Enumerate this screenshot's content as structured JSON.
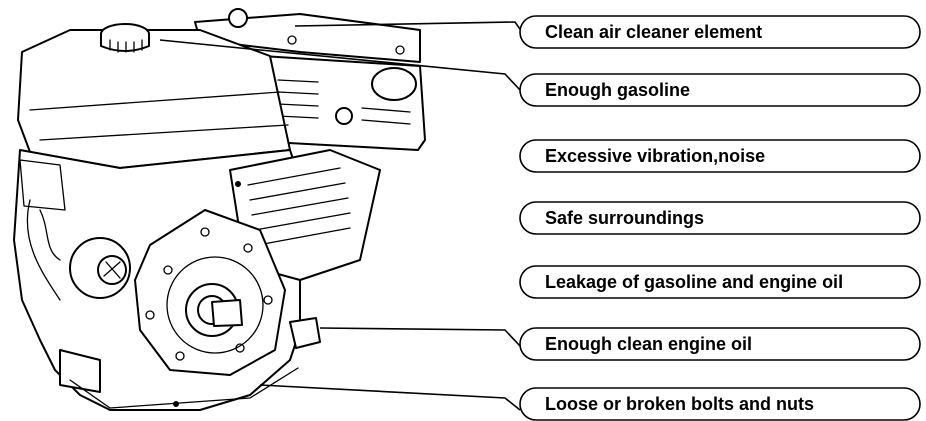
{
  "checklist": [
    {
      "label": "Clean air cleaner element"
    },
    {
      "label": "Enough gasoline"
    },
    {
      "label": "Excessive vibration,noise"
    },
    {
      "label": "Safe surroundings"
    },
    {
      "label": "Leakage of gasoline and engine oil"
    },
    {
      "label": "Enough clean engine oil"
    },
    {
      "label": "Loose or broken bolts and nuts"
    }
  ]
}
